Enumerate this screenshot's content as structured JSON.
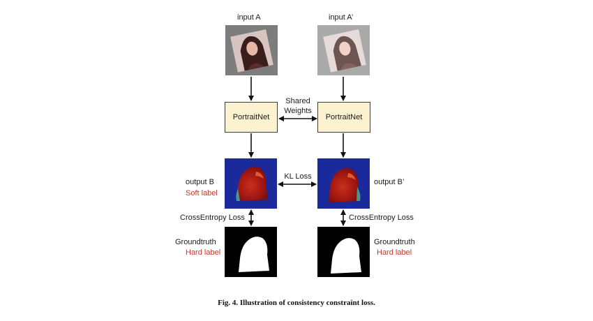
{
  "left_column": {
    "input_label": "input A",
    "net_label": "PortraitNet",
    "output_label": "output B",
    "output_sublabel": "Soft label",
    "gt_label": "Groundtruth",
    "gt_sublabel": "Hard label"
  },
  "right_column": {
    "input_label": "input A’",
    "net_label": "PortraitNet",
    "output_label": "output B’",
    "gt_label": "Groundtruth",
    "gt_sublabel": "Hard label"
  },
  "links": {
    "shared_weights_line1": "Shared",
    "shared_weights_line2": "Weights",
    "kl_loss": "KL Loss",
    "ce_loss_left": "CrossEntropy Loss",
    "ce_loss_right": "CrossEntropy Loss"
  },
  "caption": "Fig. 4. Illustration of consistency constraint loss.",
  "colors": {
    "label_red": "#c0392b",
    "box_fill": "#fdf2d0",
    "heatmap_bg": "#1a2a9a",
    "mask_bg": "#000000",
    "mask_fg": "#ffffff"
  }
}
